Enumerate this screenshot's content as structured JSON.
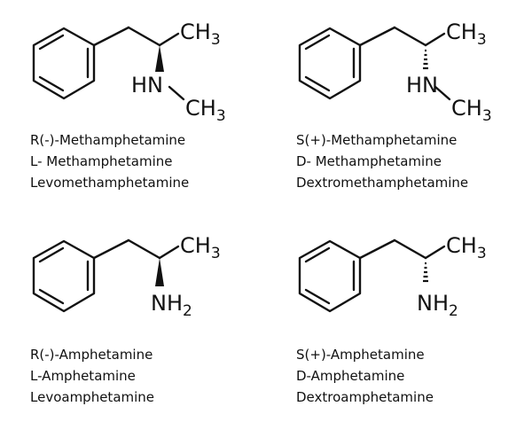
{
  "molecules": [
    {
      "stereo": "wedge",
      "amine": "methyl",
      "groups": {
        "ch3_top": "CH",
        "ch3_top_sub": "3",
        "hn": "HN",
        "ch3_bottom": "CH",
        "ch3_bottom_sub": "3"
      },
      "names": [
        "R(-)-Methamphetamine",
        "L- Methamphetamine",
        "Levomethamphetamine"
      ]
    },
    {
      "stereo": "hash",
      "amine": "methyl",
      "groups": {
        "ch3_top": "CH",
        "ch3_top_sub": "3",
        "hn": "HN",
        "ch3_bottom": "CH",
        "ch3_bottom_sub": "3"
      },
      "names": [
        "S(+)-Methamphetamine",
        "D- Methamphetamine",
        "Dextromethamphetamine"
      ]
    },
    {
      "stereo": "wedge",
      "amine": "primary",
      "groups": {
        "ch3_top": "CH",
        "ch3_top_sub": "3",
        "nh": "NH",
        "nh_sub": "2"
      },
      "names": [
        "R(-)-Amphetamine",
        "L-Amphetamine",
        "Levoamphetamine"
      ]
    },
    {
      "stereo": "hash",
      "amine": "primary",
      "groups": {
        "ch3_top": "CH",
        "ch3_top_sub": "3",
        "nh": "NH",
        "nh_sub": "2"
      },
      "names": [
        "S(+)-Amphetamine",
        "D-Amphetamine",
        "Dextroamphetamine"
      ]
    }
  ]
}
